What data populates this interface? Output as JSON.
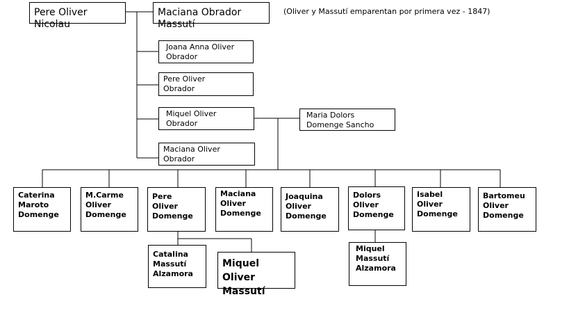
{
  "root": {
    "father": "Pere Oliver Nicolau",
    "mother": "Maciana Obrador Massutí",
    "note": "(Oliver y Massutí emparentan por primera vez - 1847)"
  },
  "generation2": [
    "Joana Anna Oliver\nObrador",
    "Pere Oliver\nObrador",
    "Miquel Oliver\nObrador",
    "Maciana Oliver\nObrador"
  ],
  "spouse": "Maria Dolors\nDomenge Sancho",
  "generation3": [
    "Caterina\nMaroto\nDomenge",
    "M.Carme\nOliver\nDomenge",
    "Pere\nOliver\nDomenge",
    "Maciana\nOliver\nDomenge",
    "Joaquina\nOliver\nDomenge",
    "Dolors\nOliver\nDomenge",
    "Isabel\nOliver\nDomenge",
    "Bartomeu\nOliver\nDomenge"
  ],
  "generation4": {
    "pere_children": [
      "Catalina\nMassutí\nAlzamora",
      "Miquel Oliver\nMassutí"
    ],
    "dolors_children": [
      "Miquel\nMassutí\nAlzamora"
    ]
  }
}
